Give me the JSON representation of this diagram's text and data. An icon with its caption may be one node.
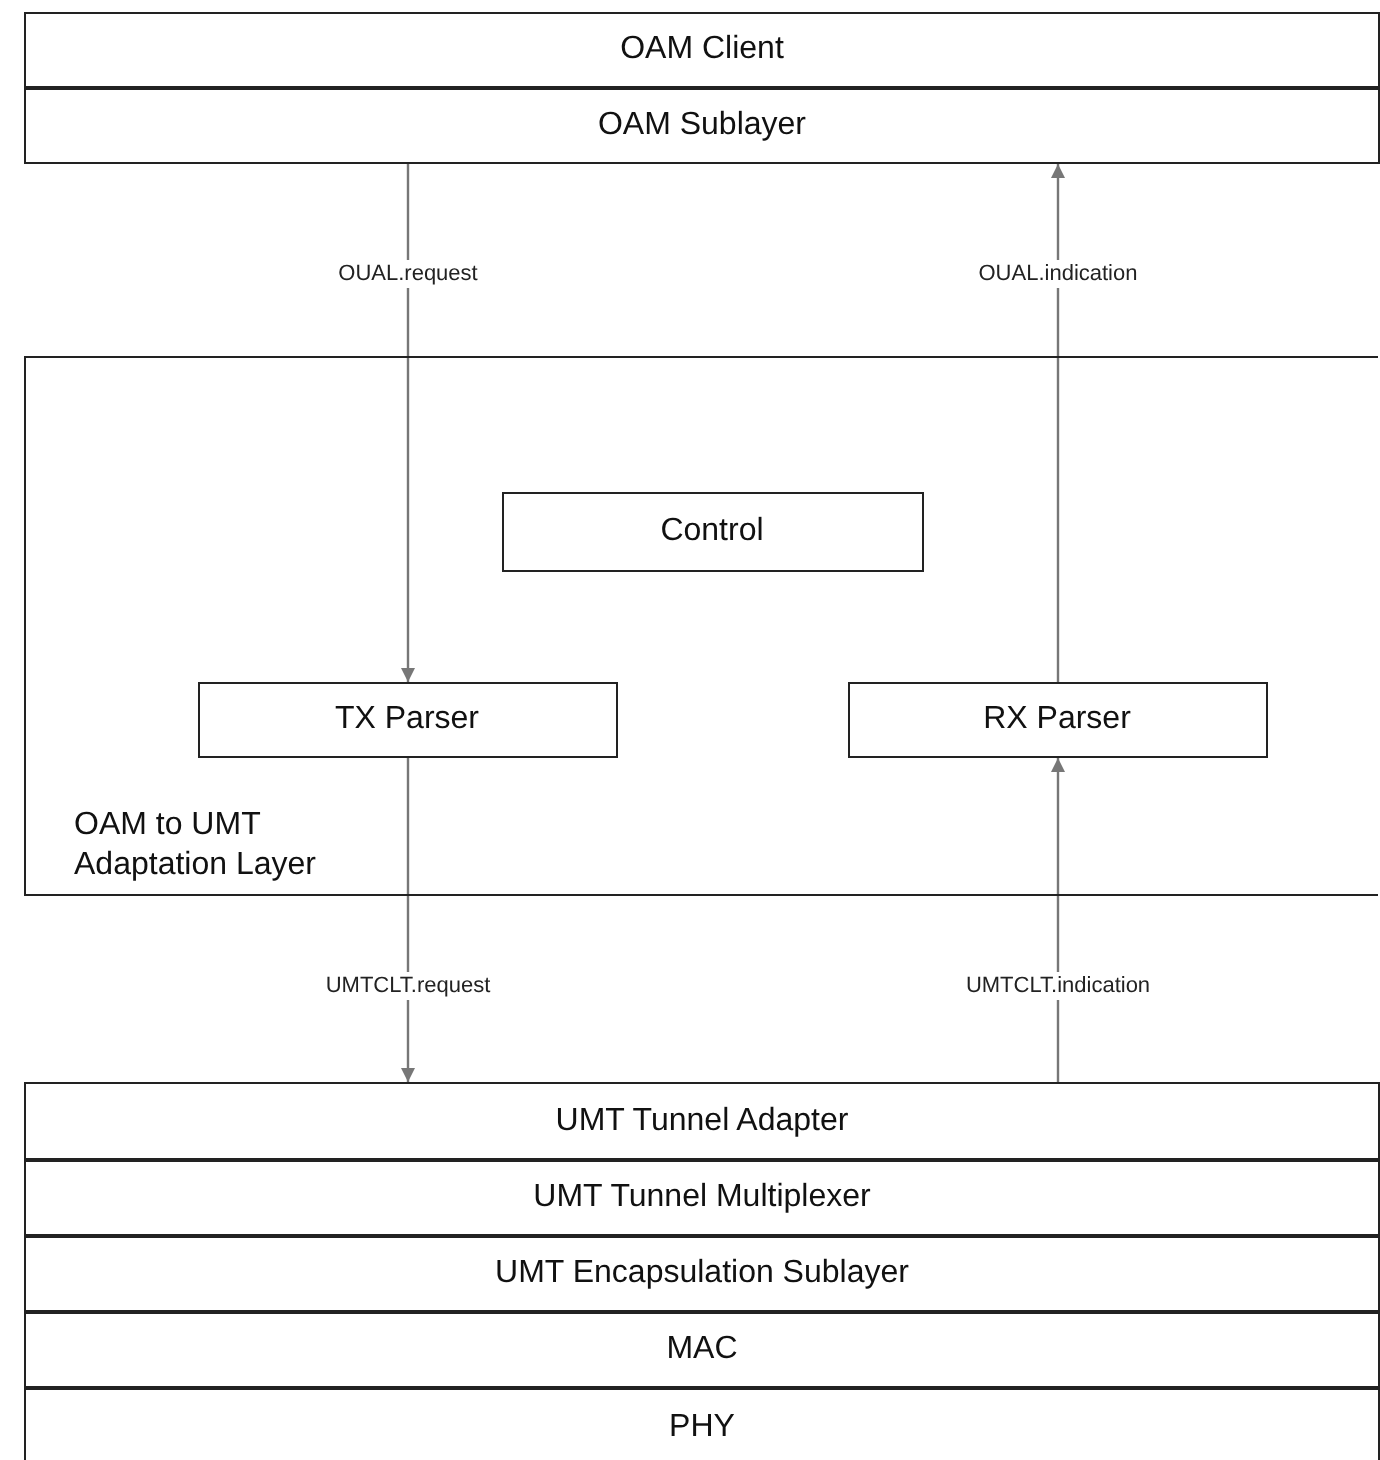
{
  "diagram": {
    "nodes": [
      {
        "text": [
          "OAM Client"
        ]
      },
      {
        "text": [
          "OAM Sublayer"
        ]
      },
      {
        "text": [
          "OAM to UMT Adaptation Layer"
        ]
      },
      {
        "text": [
          "Control"
        ],
        "in": 2
      },
      {
        "text": [
          "TX Parser"
        ],
        "in": 2
      },
      {
        "text": [
          "RX Parser"
        ],
        "in": 2
      },
      {
        "text": [
          "UMT Tunnel Adapter"
        ]
      },
      {
        "text": [
          "UMT Tunnel Multiplexer"
        ]
      },
      {
        "text": [
          "UMT Encapsulation Sublayer"
        ]
      },
      {
        "text": [
          "MAC"
        ]
      },
      {
        "text": [
          "PHY"
        ]
      }
    ],
    "edges": [
      {
        "from": 1,
        "to": 4,
        "arrow": "to",
        "label": "OUAL.request"
      },
      {
        "from": 5,
        "to": 1,
        "arrow": "to",
        "label": "OUAL.indication"
      },
      {
        "from": 4,
        "to": 6,
        "arrow": "to",
        "label": "UMTCLT.request"
      },
      {
        "from": 6,
        "to": 5,
        "arrow": "to",
        "label": "UMTCLT.indication"
      }
    ]
  }
}
